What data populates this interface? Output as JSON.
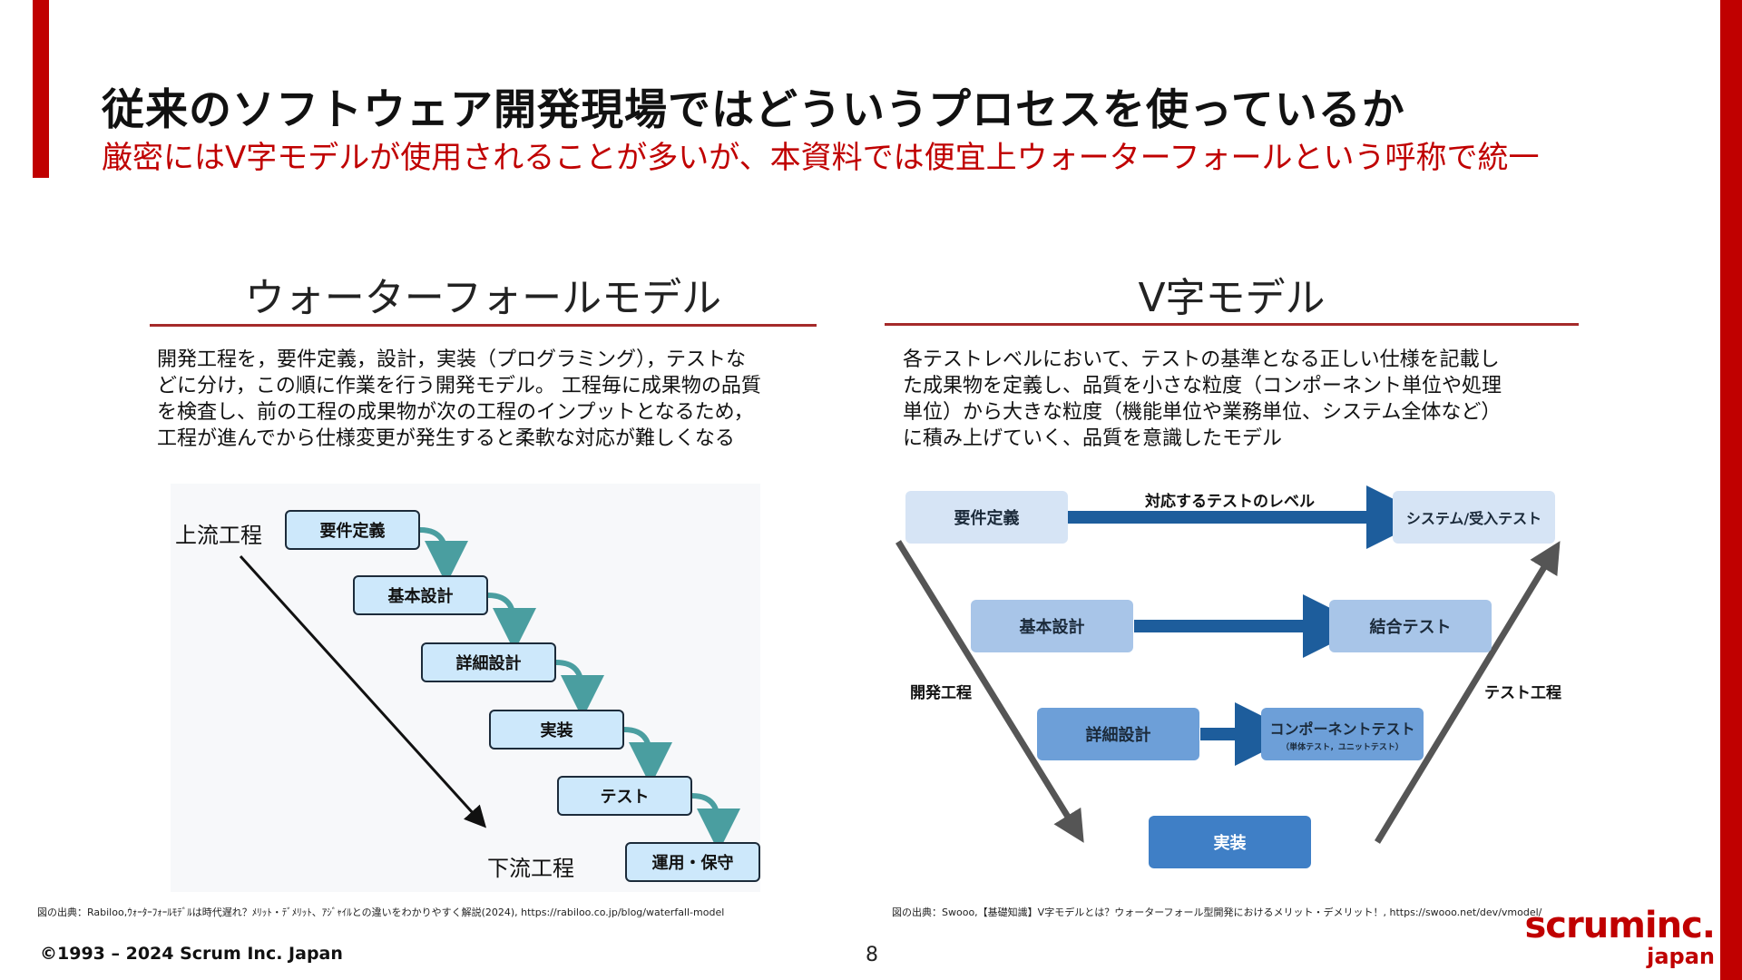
{
  "slide": {
    "title": "従来のソフトウェア開発現場ではどういうプロセスを使っているか",
    "subtitle": "厳密にはV字モデルが使用されることが多いが、本資料では便宜上ウォーターフォールという呼称で統一",
    "page_number": "8",
    "copyright": "©1993 – 2024 Scrum Inc. Japan",
    "logo_line1": "scruminc.",
    "logo_line2": "japan",
    "accent_color": "#c00000"
  },
  "waterfall": {
    "heading": "ウォーターフォールモデル",
    "description_lines": [
      "開発工程を，要件定義，設計，実装（プログラミング），テストな",
      "どに分け，この順に作業を行う開発モデル。 工程毎に成果物の品質",
      "を検査し、前の工程の成果物が次の工程のインプットとなるため，",
      "工程が進んでから仕様変更が発生すると柔軟な対応が難しくなる"
    ],
    "upstream_label": "上流工程",
    "downstream_label": "下流工程",
    "steps": [
      "要件定義",
      "基本設計",
      "詳細設計",
      "実装",
      "テスト",
      "運用・保守"
    ],
    "credit": "図の出典：Rabiloo,ｳｫｰﾀｰﾌｫｰﾙﾓﾃﾞﾙは時代遅れ？ﾒﾘｯﾄ・ﾃﾞﾒﾘｯﾄ、ｱｼﾞｬｲﾙとの違いをわかりやすく解説(2024), https://rabiloo.co.jp/blog/waterfall-model"
  },
  "vmodel": {
    "heading": "V字モデル",
    "description_lines": [
      "各テストレベルにおいて、テストの基準となる正しい仕様を記載し",
      "た成果物を定義し、品質を小さな粒度（コンポーネント単位や処理",
      "単位）から大きな粒度（機能単位や業務単位、システム全体など）",
      "に積み上げていく、品質を意識したモデル"
    ],
    "arrow_caption": "対応するテストのレベル",
    "dev_label": "開発工程",
    "test_label": "テスト工程",
    "left_boxes": [
      "要件定義",
      "基本設計",
      "詳細設計"
    ],
    "right_boxes": [
      "システム/受入テスト",
      "結合テスト",
      "コンポーネントテスト"
    ],
    "component_sub": "（単体テスト，ユニットテスト）",
    "bottom_box": "実装",
    "credit": "図の出典：Swooo,【基礎知識】V字モデルとは？ウォーターフォール型開発におけるメリット・デメリット！, https://swooo.net/dev/vmodel/"
  }
}
